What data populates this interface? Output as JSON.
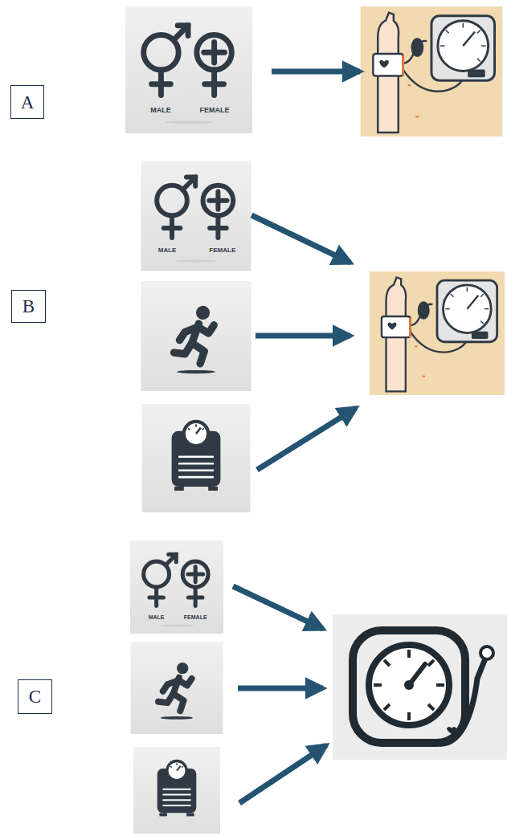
{
  "diagram": {
    "nodes": [
      {
        "text": [
          "A"
        ]
      },
      {
        "text": [
          "MALE",
          "FEMALE"
        ]
      },
      {
        "text": [
          "B"
        ]
      },
      {
        "text": [
          "MALE",
          "FEMALE"
        ]
      },
      {
        "text": [
          "C"
        ]
      },
      {
        "text": [
          "MALE",
          "FEMALE"
        ]
      }
    ]
  }
}
